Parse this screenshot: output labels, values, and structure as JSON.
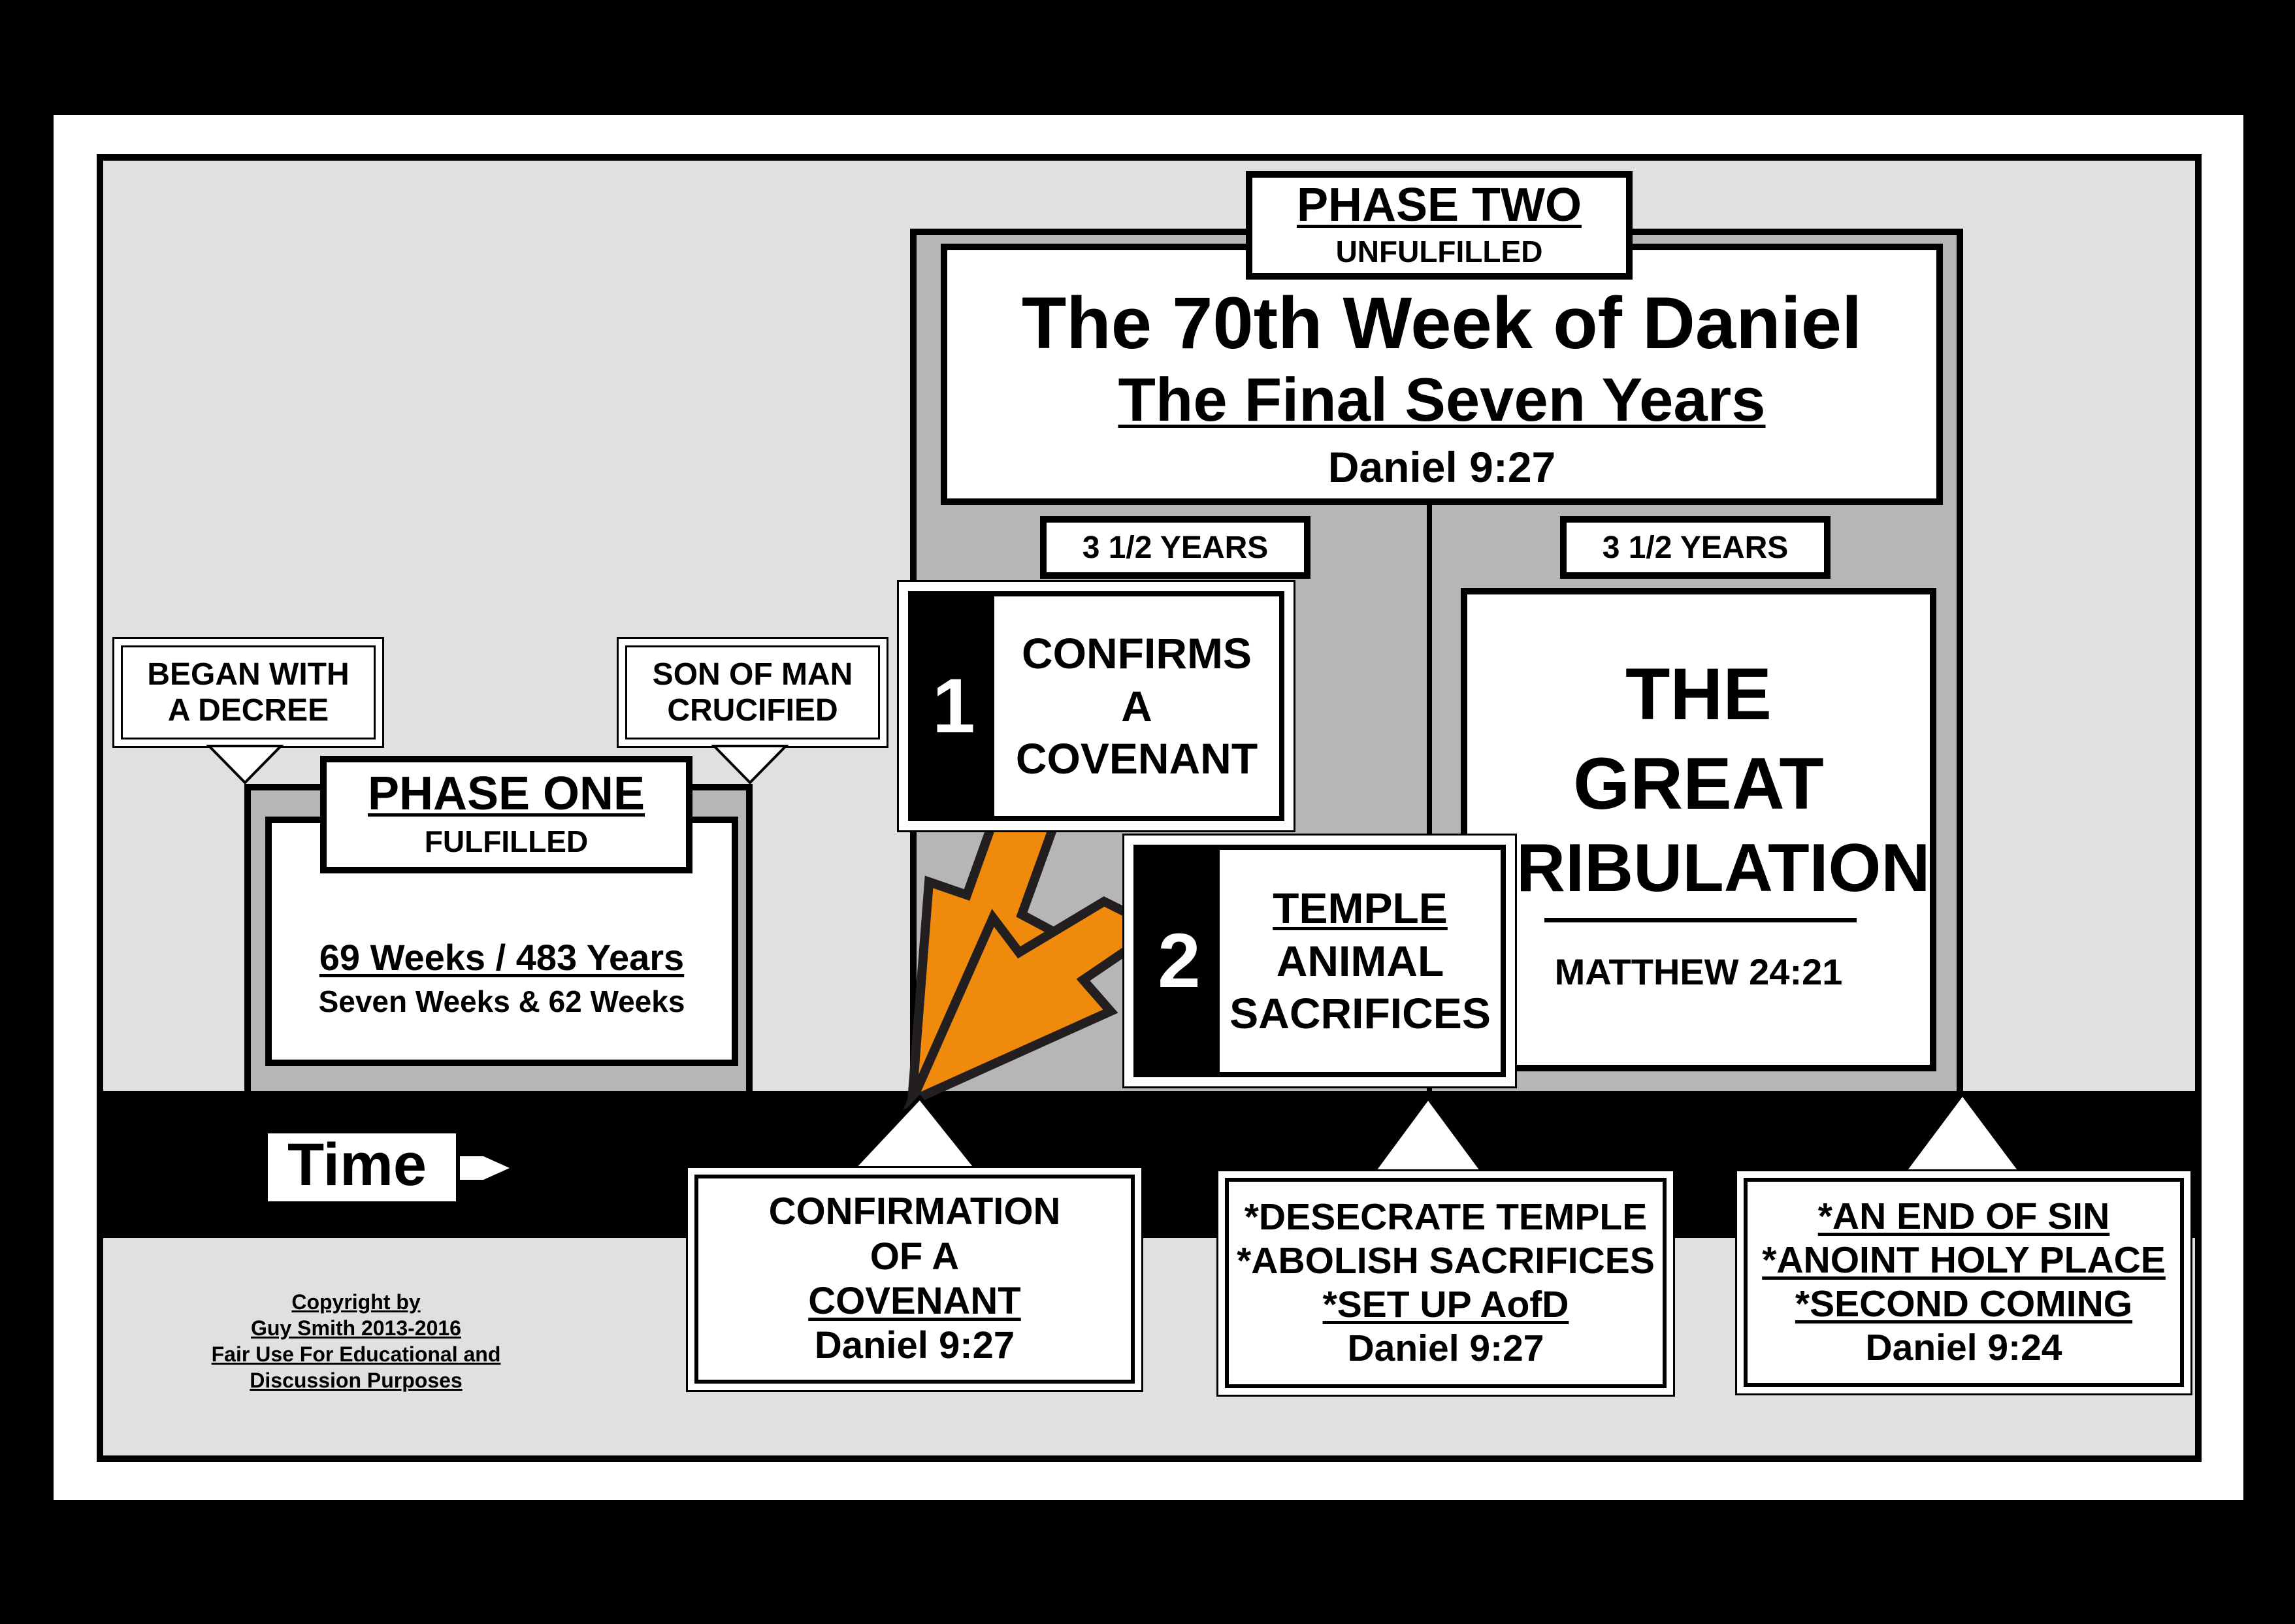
{
  "phase_one": {
    "title": "PHASE ONE",
    "subtitle": "FULFILLED",
    "weeks": "69 Weeks / 483 Years",
    "detail": "Seven Weeks & 62 Weeks"
  },
  "callouts": {
    "decree_line1": "BEGAN WITH",
    "decree_line2": "A DECREE",
    "crucified_line1": "SON OF MAN",
    "crucified_line2": "CRUCIFIED"
  },
  "phase_two": {
    "title": "PHASE TWO",
    "subtitle": "UNFULFILLED",
    "heading": "The 70th Week of Daniel",
    "subheading": "The Final Seven Years",
    "reference": "Daniel 9:27"
  },
  "halves": {
    "left_label": "3 1/2 YEARS",
    "right_label": "3 1/2 YEARS"
  },
  "events": {
    "one_number": "1",
    "one_line1": "CONFIRMS",
    "one_line2": "A",
    "one_line3": "COVENANT",
    "two_number": "2",
    "two_line1": "TEMPLE",
    "two_line2": "ANIMAL",
    "two_line3": "SACRIFICES"
  },
  "tribulation": {
    "line1": "THE",
    "line2": "GREAT",
    "line3": "TRIBULATION",
    "reference": "MATTHEW 24:21"
  },
  "timeline": {
    "time_label": "Time"
  },
  "bottom_boxes": {
    "confirmation_line1": "CONFIRMATION",
    "confirmation_line2": "OF A",
    "confirmation_line3": "COVENANT",
    "confirmation_ref": "Daniel 9:27",
    "desecrate_line1": "*DESECRATE TEMPLE",
    "desecrate_line2": "*ABOLISH SACRIFICES",
    "desecrate_line3": "*SET UP AofD",
    "desecrate_ref": "Daniel 9:27",
    "end_line1": "*AN END OF SIN",
    "end_line2": "*ANOINT HOLY PLACE",
    "end_line3": "*SECOND COMING",
    "end_ref": "Daniel 9:24"
  },
  "copyright": {
    "line1": "Copyright by",
    "line2": "Guy Smith 2013-2016",
    "line3": "Fair Use For Educational and",
    "line4": "Discussion Purposes"
  },
  "colors": {
    "arrow": "#f08a0c",
    "panel_gray": "#b5b6b5",
    "background": "#dfe0df"
  }
}
